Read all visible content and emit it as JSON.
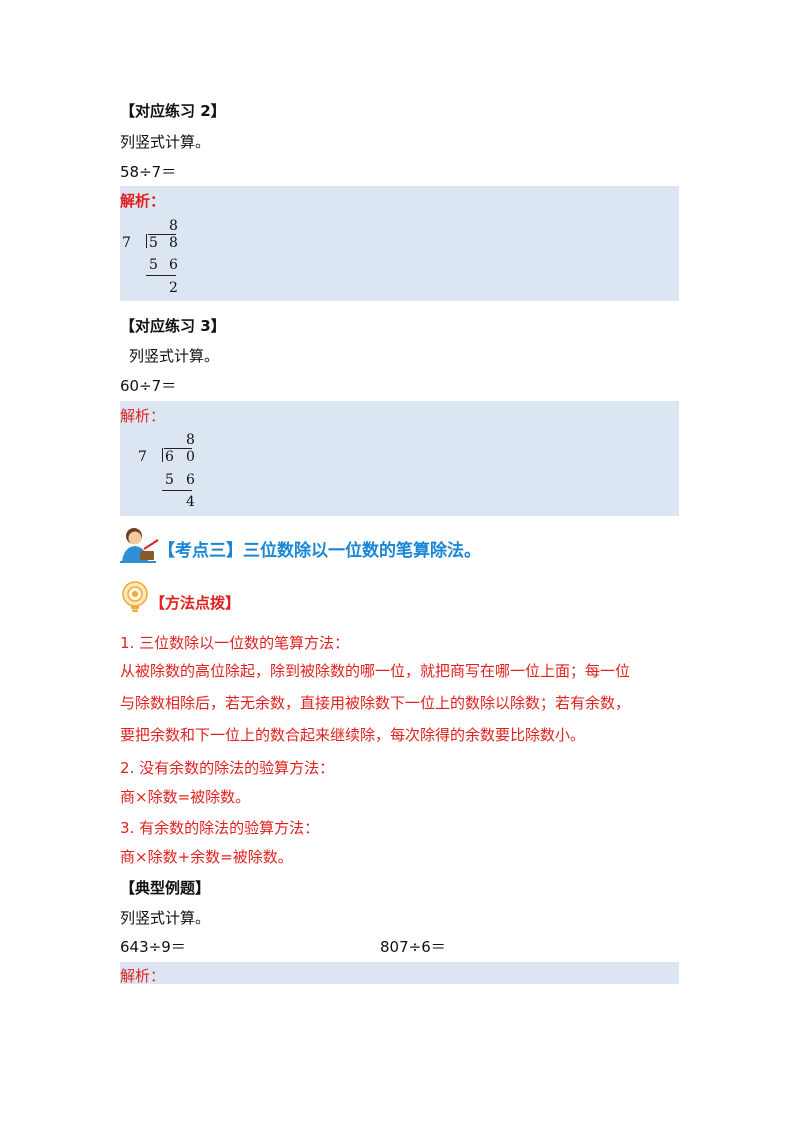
{
  "practice2": {
    "title": "【对应练习 2】",
    "instruction": "列竖式计算。",
    "problem": "58÷7＝",
    "analysis_label": "解析：",
    "division": {
      "quotient": "8",
      "divisor": "7",
      "dividend": [
        "5",
        "8"
      ],
      "product": [
        "5",
        "6"
      ],
      "remainder": "2"
    }
  },
  "practice3": {
    "title": "【对应练习 3】",
    "instruction": "列竖式计算。",
    "problem": "60÷7＝",
    "analysis_label": "解析：",
    "division": {
      "quotient": "8",
      "divisor": "7",
      "dividend": [
        "6",
        "0"
      ],
      "product": [
        "5",
        "6"
      ],
      "remainder": "4"
    }
  },
  "topic3": {
    "title": "【考点三】三位数除以一位数的笔算除法。"
  },
  "method": {
    "title": "【方法点拨】",
    "lines": [
      "1. 三位数除以一位数的笔算方法：",
      "从被除数的高位除起，除到被除数的哪一位，就把商写在哪一位上面；每一位",
      "与除数相除后，若无余数，直接用被除数下一位上的数除以除数；若有余数，",
      "要把余数和下一位上的数合起来继续除，每次除得的余数要比除数小。",
      "2. 没有余数的除法的验算方法：",
      "商×除数=被除数。",
      "3. 有余数的除法的验算方法：",
      "商×除数+余数=被除数。"
    ]
  },
  "example": {
    "title": "【典型例题】",
    "instruction": "列竖式计算。",
    "problem1": "643÷9＝",
    "problem2": "807÷6＝",
    "analysis_label": "解析："
  },
  "colors": {
    "red": "#e0221f",
    "blue": "#1a86d6",
    "shade": "#dce6f2"
  }
}
